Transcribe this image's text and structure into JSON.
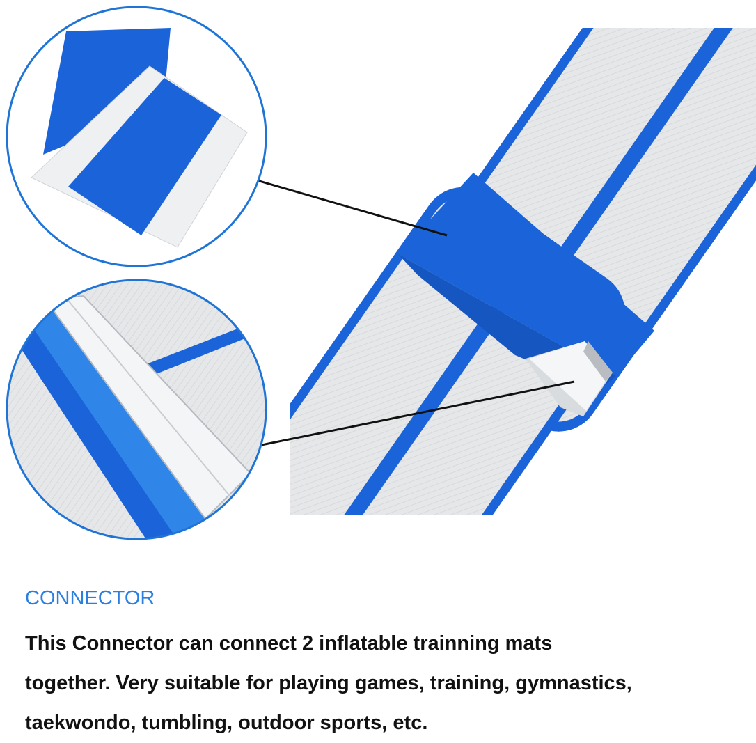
{
  "product": {
    "heading": "CONNECTOR",
    "description_lines": [
      "This Connector can connect 2 inflatable trainning mats",
      "together. Very suitable for playing games, training, gymnastics,",
      "taekwondo, tumbling, outdoor sports, etc."
    ]
  },
  "colors": {
    "accent_blue": "#2b7fe0",
    "mat_blue": "#1a63d8",
    "mat_grey": "#e6e8ea",
    "tape_white": "#eef0f2",
    "text": "#111111"
  },
  "icons": {
    "connector_patch": "blue-connector-patch",
    "adhesive_tape": "adhesive-tape-strip"
  }
}
